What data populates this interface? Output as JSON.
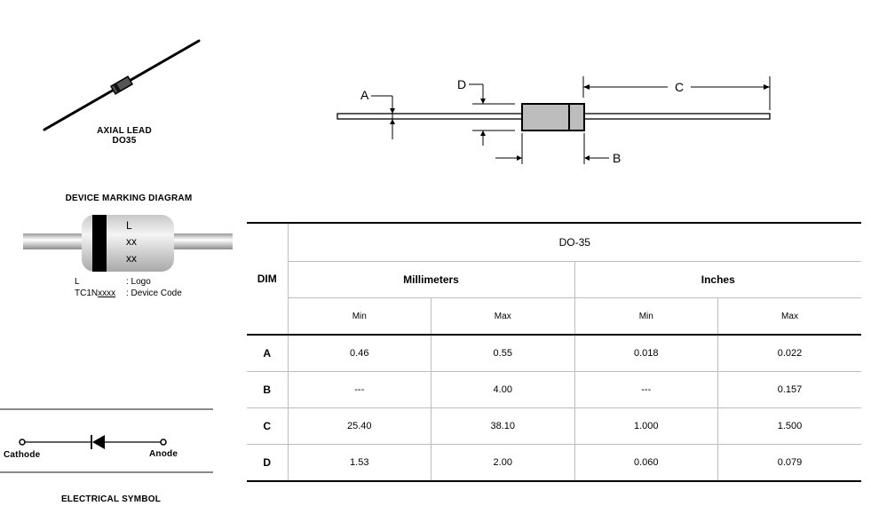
{
  "axial_lead": {
    "caption_line1": "AXIAL LEAD",
    "caption_line2": "DO35"
  },
  "outline": {
    "label_a": "A",
    "label_b": "B",
    "label_c": "C",
    "label_d": "D"
  },
  "marking": {
    "title": "DEVICE MARKING DIAGRAM",
    "body_line1": "L",
    "body_line2": "xx",
    "body_line3": "xx",
    "legend_key1": "L",
    "legend_val1": ": Logo",
    "legend_key2": "TC1N",
    "legend_key2_underlined": "xxxx",
    "legend_val2": ": Device Code"
  },
  "symbol": {
    "cathode": "Cathode",
    "anode": "Anode",
    "caption": "ELECTRICAL SYMBOL"
  },
  "table": {
    "dim_header": "DIM",
    "package": "DO-35",
    "unit_mm": "Millimeters",
    "unit_in": "Inches",
    "min": "Min",
    "max": "Max",
    "rows": [
      {
        "dim": "A",
        "mm_min": "0.46",
        "mm_max": "0.55",
        "in_min": "0.018",
        "in_max": "0.022"
      },
      {
        "dim": "B",
        "mm_min": "---",
        "mm_max": "4.00",
        "in_min": "---",
        "in_max": "0.157"
      },
      {
        "dim": "C",
        "mm_min": "25.40",
        "mm_max": "38.10",
        "in_min": "1.000",
        "in_max": "1.500"
      },
      {
        "dim": "D",
        "mm_min": "1.53",
        "mm_max": "2.00",
        "in_min": "0.060",
        "in_max": "0.079"
      }
    ]
  }
}
